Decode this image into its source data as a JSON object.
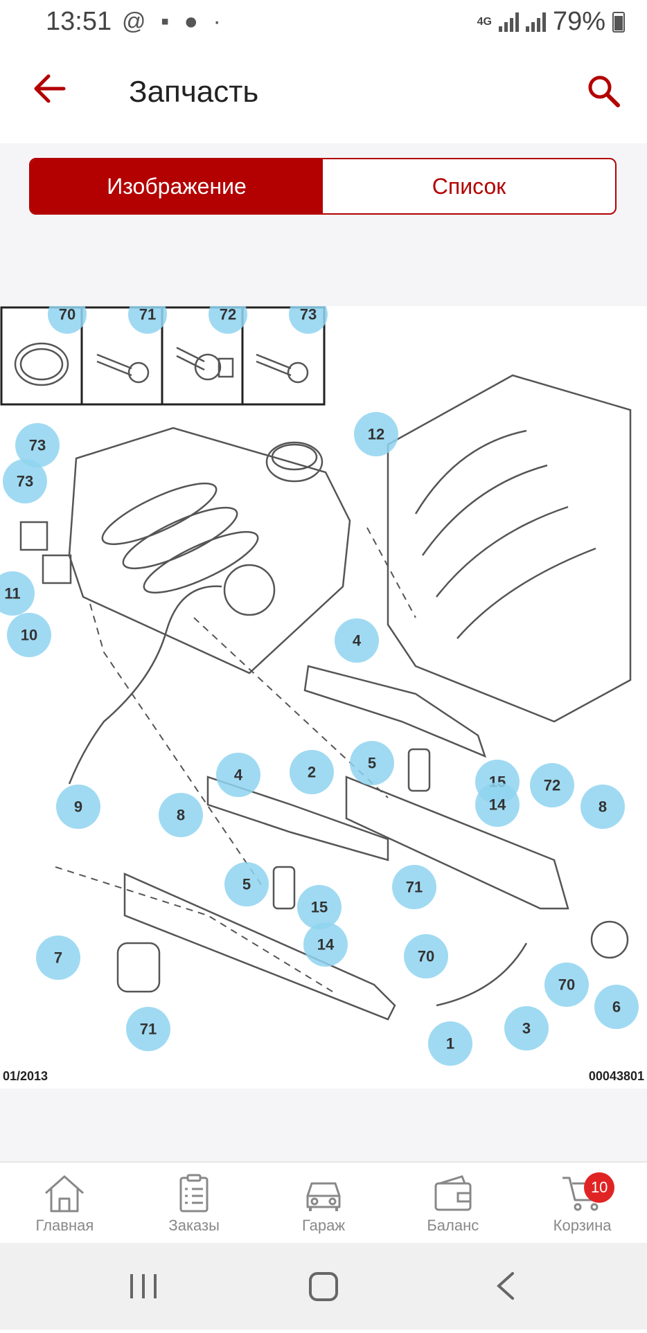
{
  "status": {
    "time": "13:51",
    "icons_left": "@ ▪ ● ·",
    "network": "4G",
    "battery": "79%",
    "battery_level": 0.79
  },
  "appbar": {
    "title": "Запчасть"
  },
  "segments": {
    "image": "Изображение",
    "list": "Список"
  },
  "diagram": {
    "footer_left": "01/2013",
    "footer_right": "00043801",
    "legend": [
      "70",
      "71",
      "72",
      "73"
    ],
    "callouts": [
      "73",
      "73",
      "12",
      "11",
      "10",
      "4",
      "2",
      "5",
      "15",
      "14",
      "72",
      "8",
      "9",
      "8",
      "4",
      "5",
      "15",
      "14",
      "71",
      "70",
      "7",
      "71",
      "1",
      "3",
      "70",
      "6"
    ]
  },
  "nav": {
    "items": [
      {
        "label": "Главная",
        "icon": "home-icon"
      },
      {
        "label": "Заказы",
        "icon": "orders-icon"
      },
      {
        "label": "Гараж",
        "icon": "car-icon"
      },
      {
        "label": "Баланс",
        "icon": "wallet-icon"
      },
      {
        "label": "Корзина",
        "icon": "cart-icon"
      }
    ],
    "cart_badge": "10"
  },
  "colors": {
    "accent": "#b30000",
    "callout": "#8fd3f0"
  }
}
